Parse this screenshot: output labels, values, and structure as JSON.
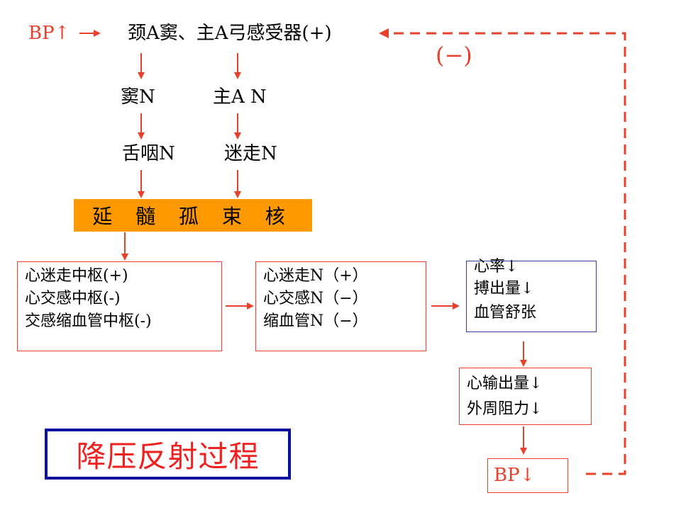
{
  "header": {
    "bp_up": "BP↑",
    "receptor": "颈A窦、主A弓感受器(+)",
    "feedback": "(−)"
  },
  "nerves": {
    "sinus_n": "窦N",
    "aortic_n": "主A N",
    "glossopharyngeal_n": "舌咽N",
    "vagus_n": "迷走N"
  },
  "nucleus": "延 髓 孤 束 核",
  "center_box": [
    "心迷走中枢(+)",
    "心交感中枢(-)",
    "交感缩血管中枢(-)"
  ],
  "nerve_box": [
    "心迷走N（+）",
    "心交感N（−）",
    "缩血管N（−）"
  ],
  "effect_box": [
    "心率↓",
    "搏出量↓",
    "血管舒张"
  ],
  "output_box": [
    "心输出量↓",
    "外周阻力↓"
  ],
  "bp_down": "BP↓",
  "title": "降压反射过程",
  "colors": {
    "arrow": "#e8402a",
    "nucleus_fill": "#ff9900",
    "title_border": "#0a10a0",
    "effect_border": "#3a3a9a"
  }
}
